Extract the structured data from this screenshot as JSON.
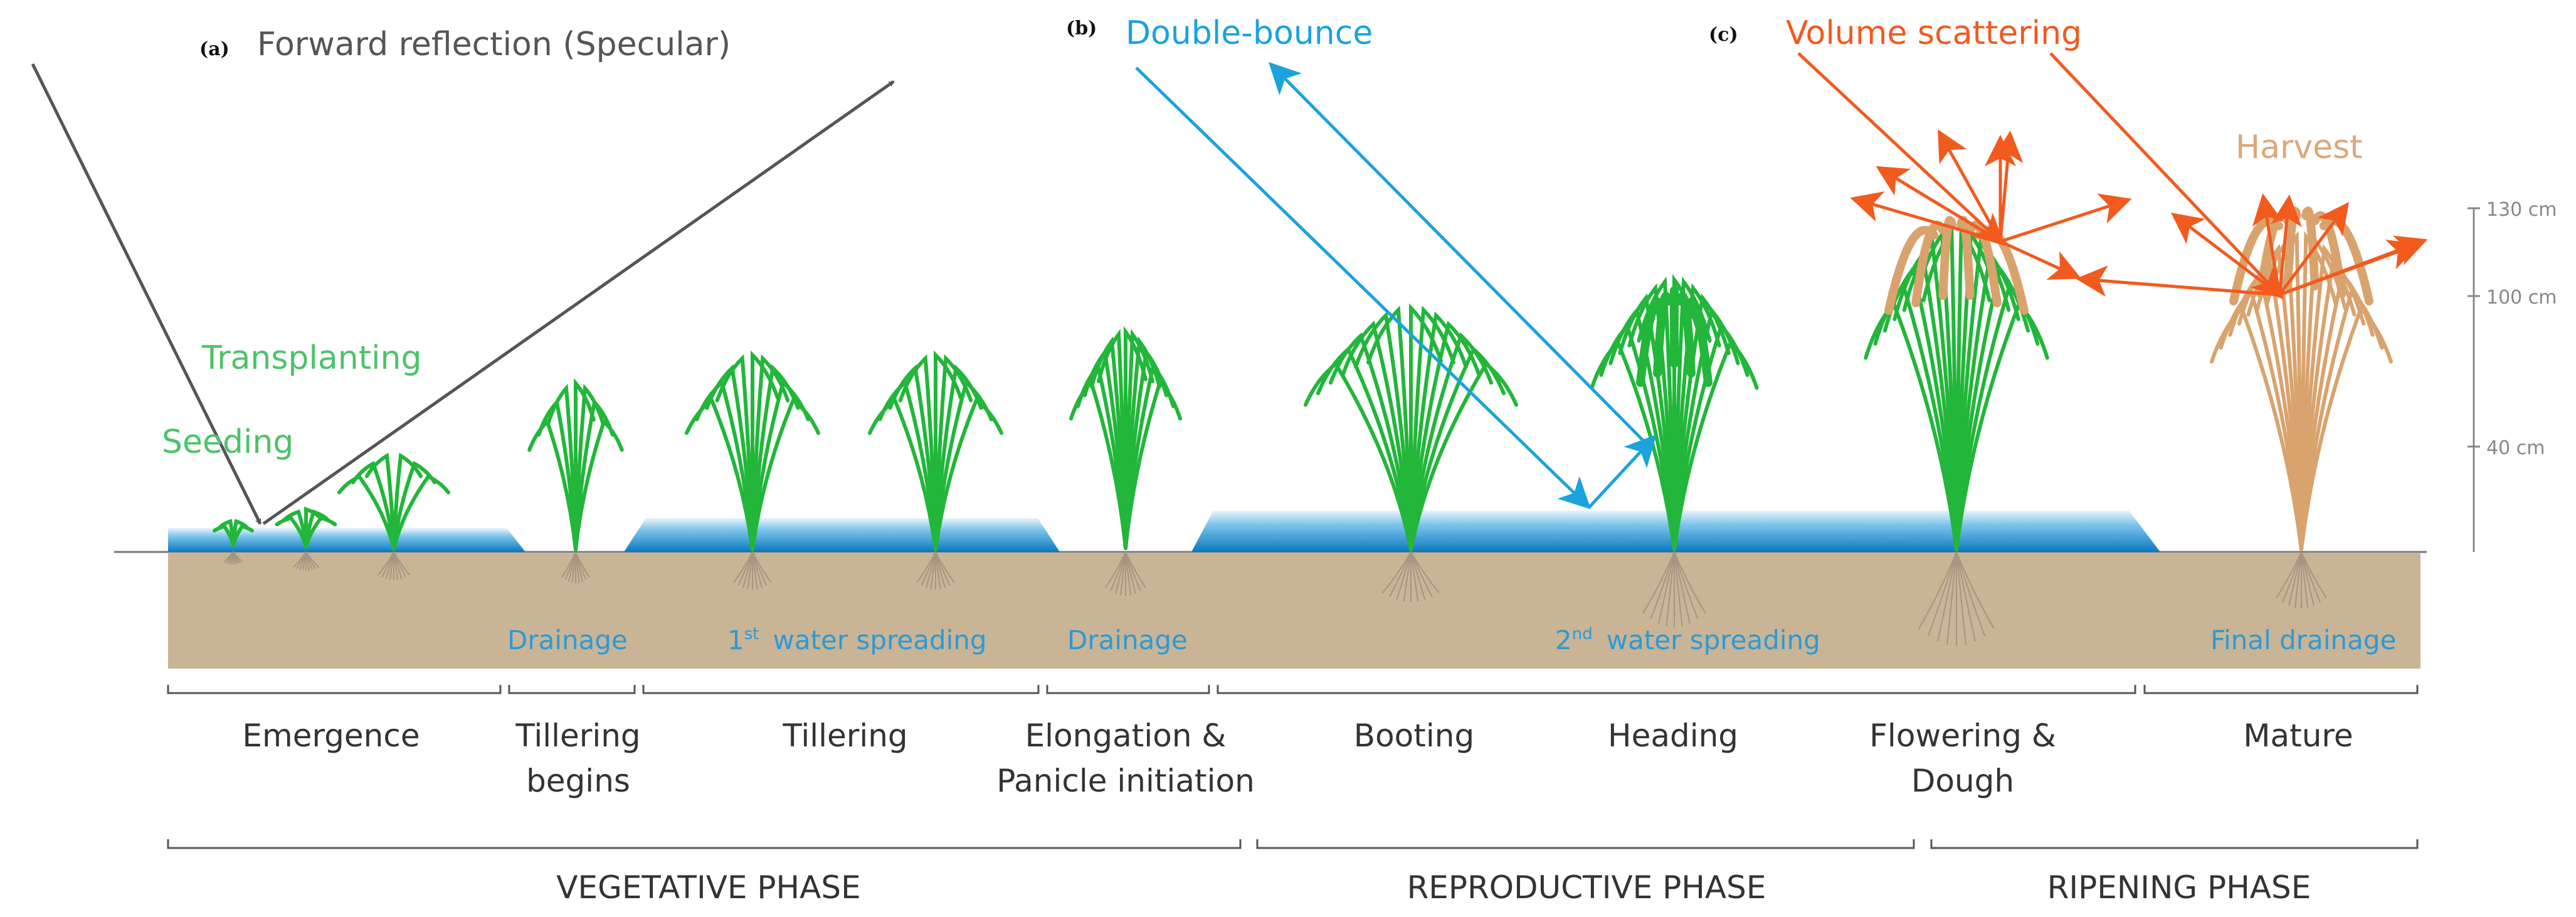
{
  "panels": [
    {
      "tag": "(a)",
      "title": "Forward reflection (Specular)",
      "color": "#555555"
    },
    {
      "tag": "(b)",
      "title": "Double-bounce",
      "color": "#1aa3dc"
    },
    {
      "tag": "(c)",
      "title": "Volume scattering",
      "color": "#f25a1e"
    }
  ],
  "events": {
    "transplanting": "Transplanting",
    "seeding": "Seeding",
    "harvest": "Harvest"
  },
  "water_labels": {
    "drainage_1": "Drainage",
    "spreading_1": "water spreading",
    "spreading_1_sup": "st",
    "spreading_1_num": "1",
    "drainage_2": "Drainage",
    "spreading_2": "water spreading",
    "spreading_2_sup": "nd",
    "spreading_2_num": "2",
    "final_drainage": "Final drainage"
  },
  "height_scale": [
    "130 cm",
    "100 cm",
    "40 cm"
  ],
  "stages": [
    {
      "line1": "Emergence",
      "line2": ""
    },
    {
      "line1": "Tillering",
      "line2": "begins"
    },
    {
      "line1": "Tillering",
      "line2": ""
    },
    {
      "line1": "Elongation &",
      "line2": "Panicle initiation"
    },
    {
      "line1": "Booting",
      "line2": ""
    },
    {
      "line1": "Heading",
      "line2": ""
    },
    {
      "line1": "Flowering &",
      "line2": "Dough"
    },
    {
      "line1": "Mature",
      "line2": ""
    }
  ],
  "phases": [
    "VEGETATIVE PHASE",
    "REPRODUCTIVE PHASE",
    "RIPENING PHASE"
  ],
  "colors": {
    "soil": "#c9b496",
    "water": "#0a7fc4",
    "plant_green": "#22b63a",
    "plant_mature": "#d9a36e",
    "root": "#a89480",
    "text_blue": "#2b9ad6",
    "event_green": "#4cc36a",
    "harvest": "#dca77a"
  }
}
